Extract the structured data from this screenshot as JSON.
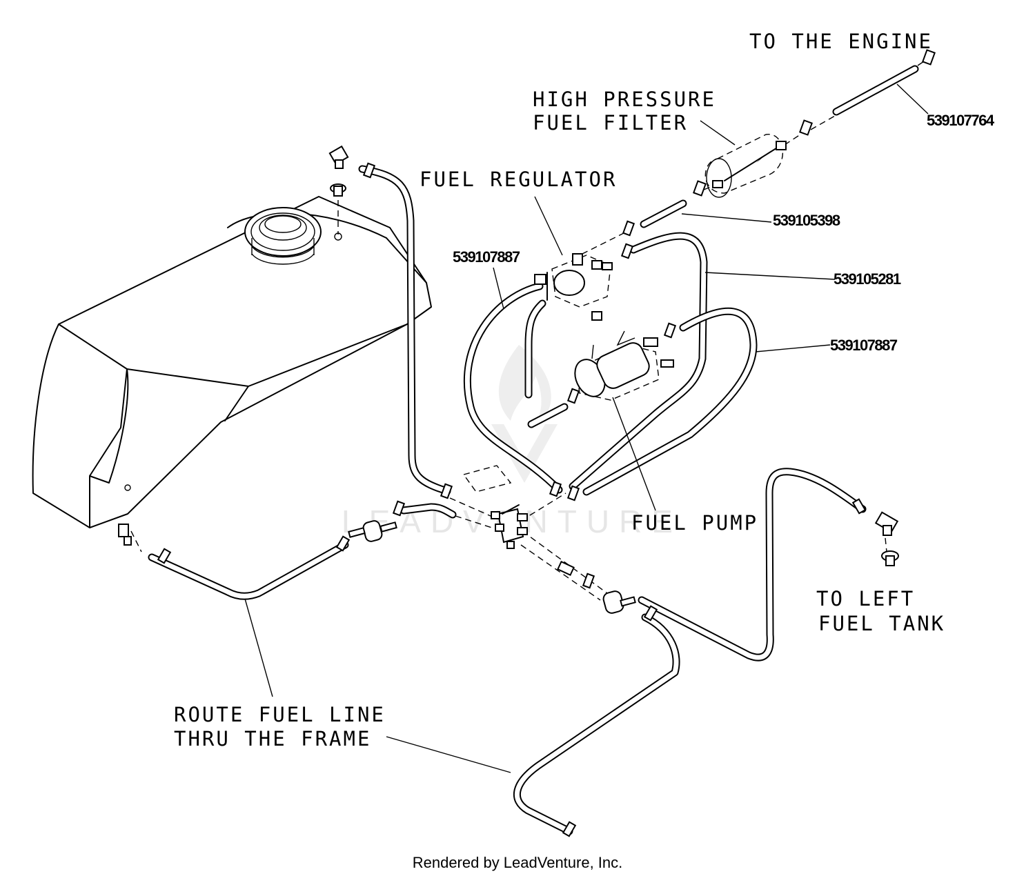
{
  "watermark": "LEADVENTURE",
  "labels": {
    "to_engine": "TO THE ENGINE",
    "high_pressure_1": "HIGH PRESSURE",
    "high_pressure_2": "FUEL FILTER",
    "fuel_regulator": "FUEL REGULATOR",
    "fuel_pump": "FUEL PUMP",
    "to_left_1": "TO LEFT",
    "to_left_2": "FUEL TANK",
    "route_1": "ROUTE FUEL LINE",
    "route_2": "THRU THE FRAME"
  },
  "part_numbers": {
    "pn_engine_hose": "539107764",
    "pn_filter_hose": "539105398",
    "pn_regulator_hose": "539107887",
    "pn_return_hose": "539105281",
    "pn_pump_hose": "539107887"
  },
  "footer": "Rendered by LeadVenture, Inc."
}
